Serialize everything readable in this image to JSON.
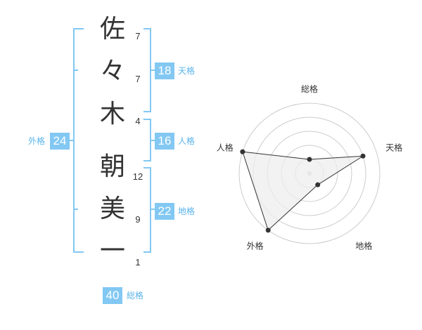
{
  "name_chars": [
    {
      "char": "佐",
      "strokes": "7"
    },
    {
      "char": "々",
      "strokes": "7"
    },
    {
      "char": "木",
      "strokes": "4"
    },
    {
      "char": "朝",
      "strokes": "12"
    },
    {
      "char": "美",
      "strokes": "9"
    },
    {
      "char": "一",
      "strokes": "1"
    }
  ],
  "fortunes": {
    "tenkaku": {
      "value": "18",
      "label": "天格"
    },
    "jinkaku": {
      "value": "16",
      "label": "人格"
    },
    "chikaku": {
      "value": "22",
      "label": "地格"
    },
    "gaikaku": {
      "value": "24",
      "label": "外格"
    },
    "soukaku": {
      "value": "40",
      "label": "総格"
    }
  },
  "chart_data": {
    "type": "radar",
    "axes": [
      "総格",
      "天格",
      "地格",
      "外格",
      "人格"
    ],
    "scale_max": 5,
    "rings": 5,
    "values": [
      1,
      4,
      1,
      5,
      5
    ],
    "colors": {
      "fill": "#eeeeee",
      "line": "#333333",
      "ring": "#cccccc",
      "point": "#333333"
    }
  },
  "colors": {
    "accent": "#82c8f3",
    "accent_text": "#5ab4ea",
    "bracket": "#82c8f3"
  }
}
